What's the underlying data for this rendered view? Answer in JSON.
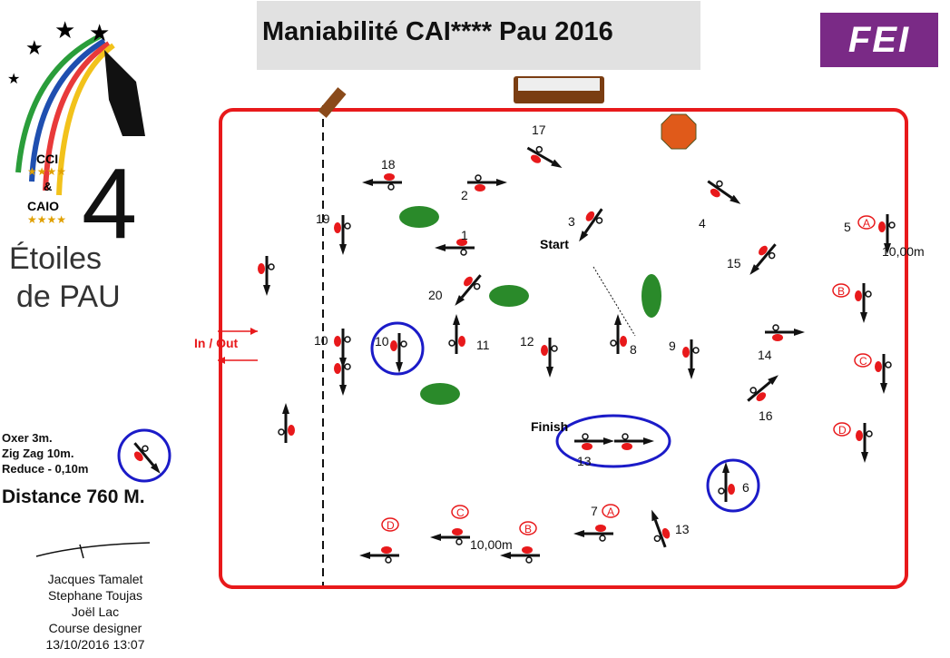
{
  "header": {
    "title": "Maniabilité CAI**** Pau 2016",
    "brand_logo": "FEI"
  },
  "event_logo": {
    "text_lines": [
      "CCI",
      "&",
      "CAIO",
      "Étoiles",
      "de PAU",
      "4"
    ],
    "stars": "★★★★"
  },
  "legend": {
    "lines": [
      "Oxer 3m.",
      "Zig Zag 10m.",
      "Reduce  - 0,10m"
    ],
    "distance": "Distance 760 M."
  },
  "credits": {
    "lines": [
      "Jacques Tamalet",
      "Stephane Toujas",
      "Joël Lac",
      "Course designer",
      "13/10/2016 13:07"
    ]
  },
  "arena": {
    "entrance": "In / Out",
    "start": "Start",
    "finish": "Finish",
    "labels": [
      "18",
      "2",
      "17",
      "3",
      "4",
      "19",
      "1",
      "5",
      "10,00m",
      "15",
      "20",
      "10",
      "10",
      "11",
      "12",
      "8",
      "9",
      "14",
      "16",
      "13",
      "6",
      "7",
      "13",
      "10,00m"
    ],
    "letters": [
      "A",
      "B",
      "C",
      "D",
      "A",
      "C",
      "B",
      "D"
    ]
  },
  "colors": {
    "arena_border": "#e8191b",
    "flag_red": "#e8191b",
    "circle_blue": "#1b1bc8",
    "bush_green": "#2a8a2a",
    "fei_purple": "#7a2a86"
  }
}
